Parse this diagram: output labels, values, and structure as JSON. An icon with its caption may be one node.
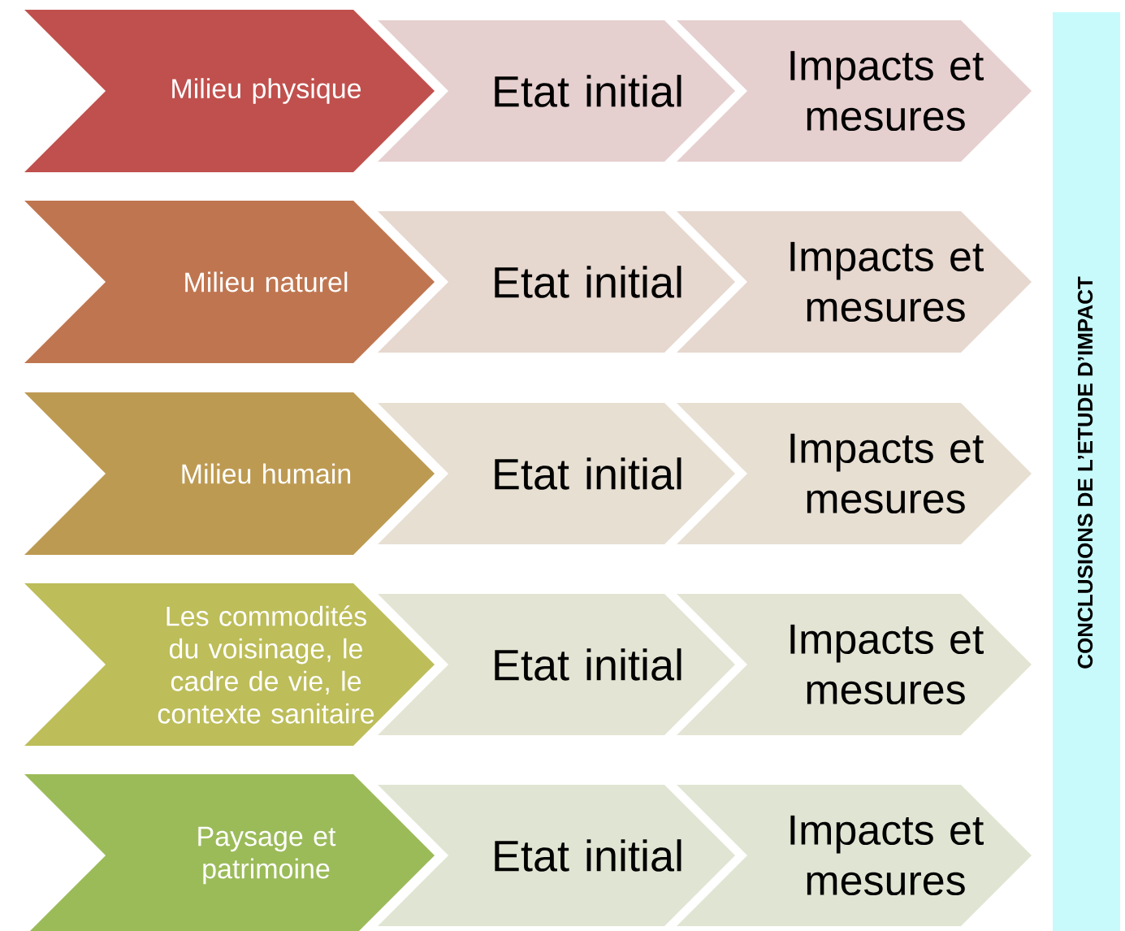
{
  "diagram": {
    "nodes": [
      {
        "text": [
          "Milieu physique"
        ]
      },
      {
        "text": [
          "Etat initial"
        ]
      },
      {
        "text": [
          "Impacts et mesures"
        ]
      },
      {
        "text": [
          "Milieu naturel"
        ]
      },
      {
        "text": [
          "Etat initial"
        ]
      },
      {
        "text": [
          "Impacts et mesures"
        ]
      },
      {
        "text": [
          "Milieu humain"
        ]
      },
      {
        "text": [
          "Etat initial"
        ]
      },
      {
        "text": [
          "Impacts et mesures"
        ]
      },
      {
        "text": [
          "Les commodités du voisinage, le cadre de vie, le contexte sanitaire"
        ]
      },
      {
        "text": [
          "Etat initial"
        ]
      },
      {
        "text": [
          "Impacts et mesures"
        ]
      },
      {
        "text": [
          "Paysage et patrimoine"
        ]
      },
      {
        "text": [
          "Etat initial"
        ]
      },
      {
        "text": [
          "Impacts et mesures"
        ]
      },
      {
        "text": [
          "CONCLUSIONS DE L’ETUDE D’IMPACT"
        ]
      }
    ]
  }
}
